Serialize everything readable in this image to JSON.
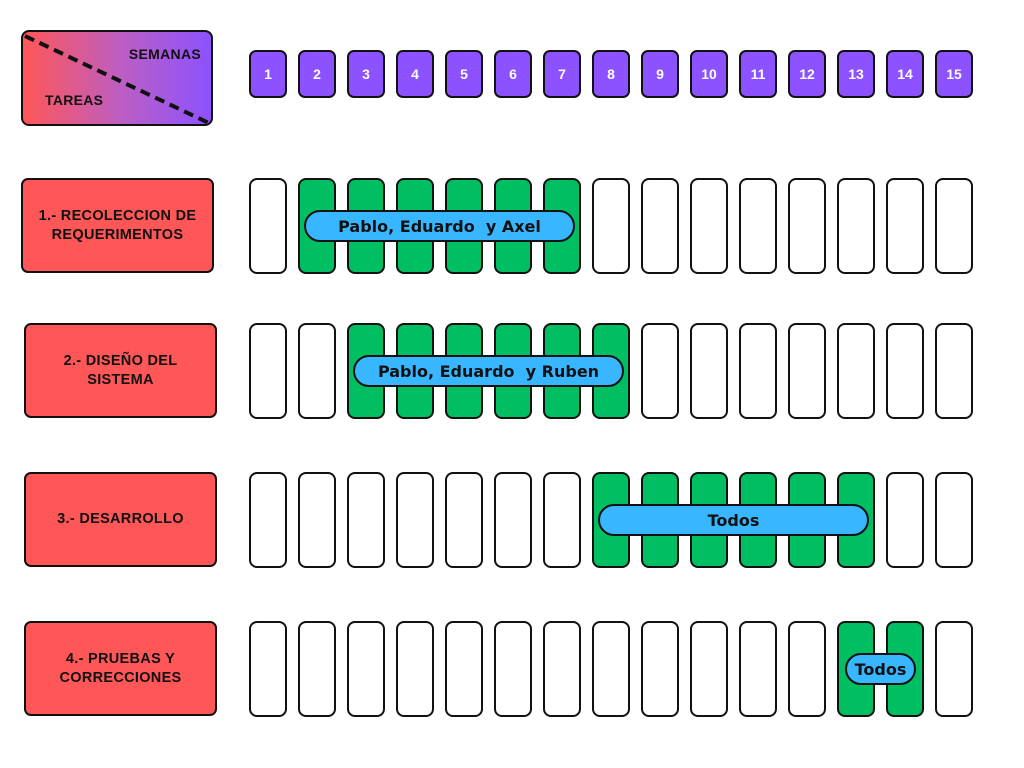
{
  "header": {
    "weeks_label": "SEMANAS",
    "tasks_label": "TAREAS"
  },
  "colors": {
    "week_fill": "#8c52ff",
    "task_fill": "#ff5757",
    "active_cell": "#00bf63",
    "assignee_bar": "#38b6ff",
    "outline": "#111111"
  },
  "weeks": [
    "1",
    "2",
    "3",
    "4",
    "5",
    "6",
    "7",
    "8",
    "9",
    "10",
    "11",
    "12",
    "13",
    "14",
    "15"
  ],
  "tasks": [
    {
      "label": "1.- RECOLECCION DE REQUERIMENTOS",
      "active_weeks": [
        2,
        3,
        4,
        5,
        6,
        7
      ],
      "assignees": "Pablo, Eduardo  y Axel"
    },
    {
      "label": "2.- DISEÑO DEL SISTEMA",
      "active_weeks": [
        3,
        4,
        5,
        6,
        7,
        8
      ],
      "assignees": "Pablo, Eduardo  y Ruben"
    },
    {
      "label": "3.- DESARROLLO",
      "active_weeks": [
        8,
        9,
        10,
        11,
        12,
        13
      ],
      "assignees": "Todos"
    },
    {
      "label": "4.- PRUEBAS Y CORRECCIONES",
      "active_weeks": [
        13,
        14
      ],
      "assignees": "Todos"
    }
  ]
}
